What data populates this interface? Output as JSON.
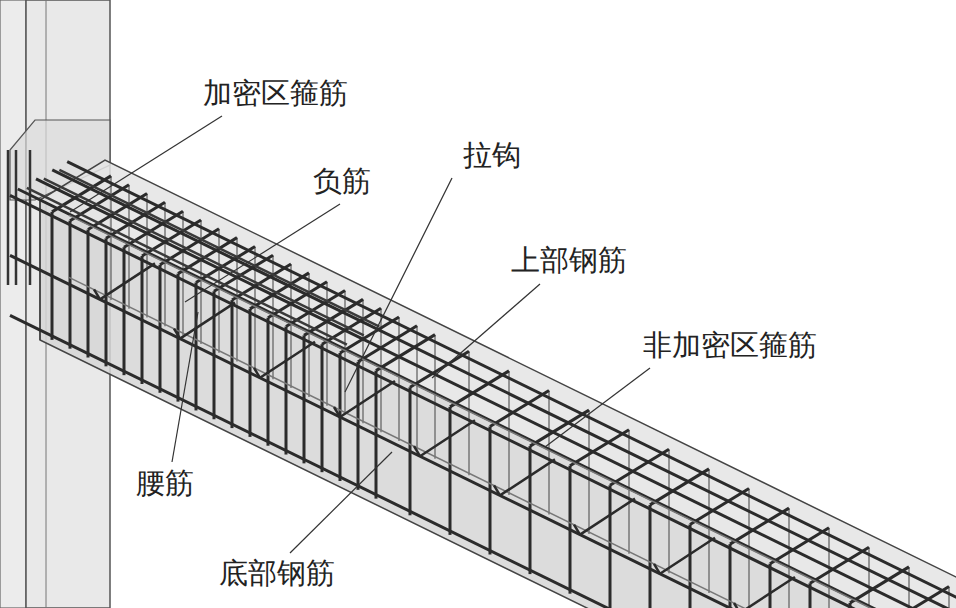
{
  "diagram": {
    "labels": [
      "加密区箍筋",
      "负筋",
      "拉钩",
      "上部钢筋",
      "非加密区箍筋",
      "腰筋",
      "底部钢筋"
    ]
  }
}
